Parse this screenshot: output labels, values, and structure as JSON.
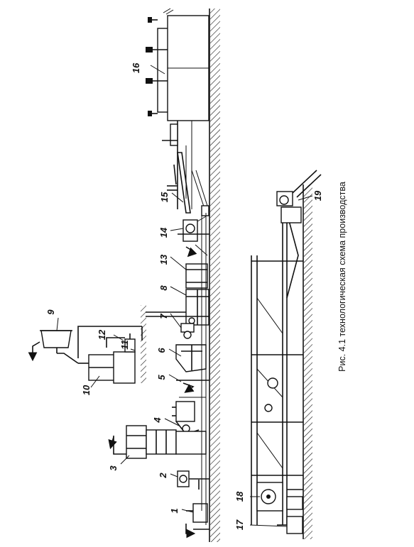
{
  "caption": "Рис. 4.1 технологическая схема производства",
  "labels": [
    "1",
    "2",
    "3",
    "4",
    "5",
    "6",
    "7",
    "8",
    "9",
    "10",
    "11",
    "12",
    "13",
    "14",
    "15",
    "16",
    "17",
    "18",
    "19"
  ]
}
